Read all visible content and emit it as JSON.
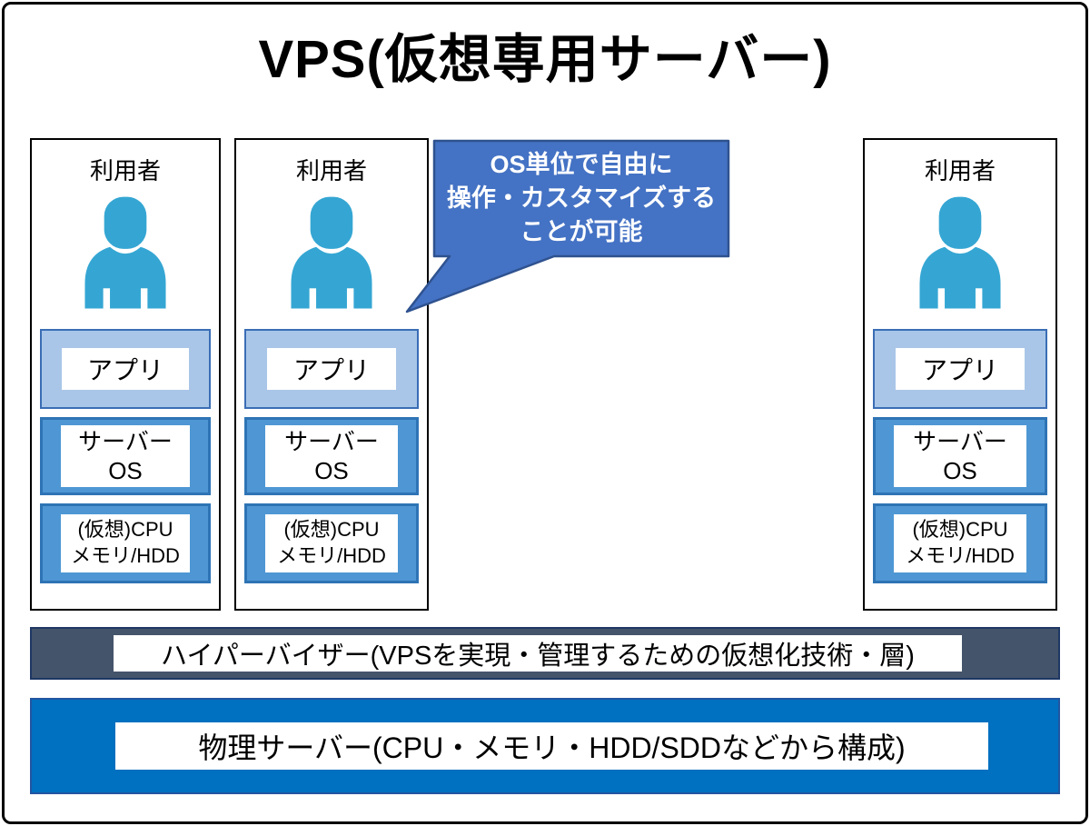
{
  "title": "VPS(仮想専用サーバー)",
  "columns": [
    {
      "label": "利用者",
      "app_label": "アプリ",
      "os_line1": "サーバー",
      "os_line2": "OS",
      "hw_line1": "(仮想)CPU",
      "hw_line2": "メモリ/HDD"
    },
    {
      "label": "利用者",
      "app_label": "アプリ",
      "os_line1": "サーバー",
      "os_line2": "OS",
      "hw_line1": "(仮想)CPU",
      "hw_line2": "メモリ/HDD"
    },
    {
      "label": "利用者",
      "app_label": "アプリ",
      "os_line1": "サーバー",
      "os_line2": "OS",
      "hw_line1": "(仮想)CPU",
      "hw_line2": "メモリ/HDD"
    }
  ],
  "callout": {
    "line1": "OS単位で自由に",
    "line2": "操作・カスタマイズする",
    "line3": "ことが可能"
  },
  "hypervisor_label": "ハイパーバイザー(VPSを実現・管理するための仮想化技術・層)",
  "physical_server_label": "物理サーバー(CPU・メモリ・HDD/SDDなどから構成)",
  "colors": {
    "user_icon": "#35A6D3",
    "app_box_fill": "#A9C6E8",
    "app_box_border": "#3A6DB5",
    "os_box_fill": "#4E97D4",
    "os_box_border": "#2E74B5",
    "callout_fill": "#4472C4",
    "callout_border": "#2F528F",
    "hypervisor_fill": "#44546A",
    "hypervisor_border": "#1F3864",
    "physical_fill": "#0070C0",
    "physical_border": "#2255A0"
  }
}
